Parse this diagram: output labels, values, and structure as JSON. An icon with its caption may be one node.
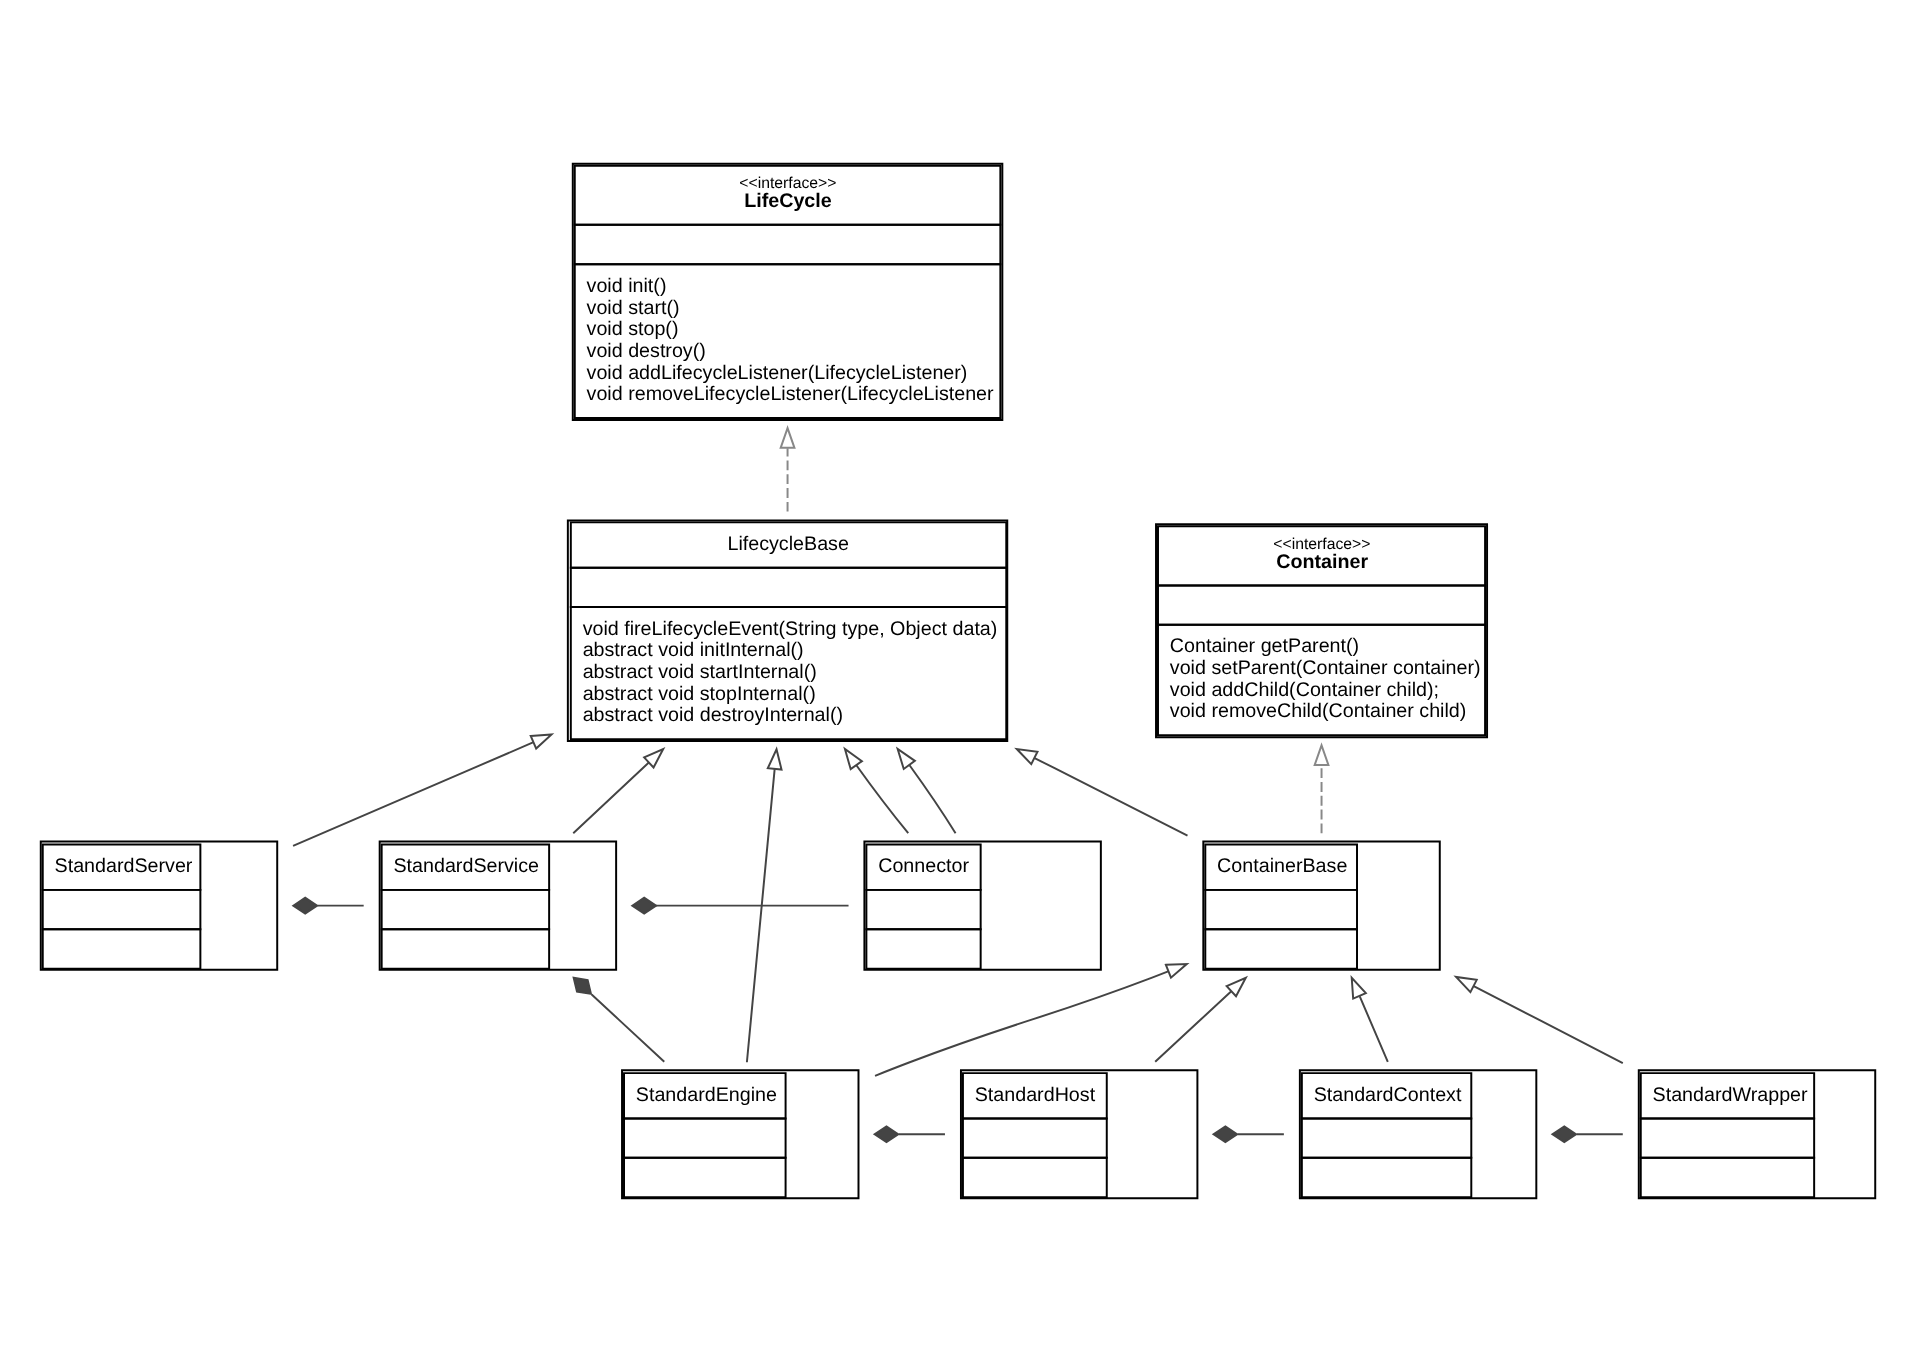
{
  "diagram": {
    "nodes": [
      {
        "text": [
          "<<interface>>",
          "LifeCycle",
          "void init()",
          "void start()",
          "void stop()",
          "void destroy()",
          "void addLifecycleListener(LifecycleListener)",
          "void removeLifecycleListener(LifecycleListener"
        ]
      },
      {
        "text": [
          "<<interface>>",
          "Container",
          "Container getParent()",
          "void setParent(Container container)",
          "void addChild(Container child);",
          "void removeChild(Container child)"
        ]
      },
      {
        "text": [
          "LifecycleBase",
          "void fireLifecycleEvent(String type, Object data)",
          "abstract void initInternal()",
          "abstract void startInternal()",
          "abstract void stopInternal()",
          "abstract void destroyInternal()"
        ]
      },
      {
        "text": [
          "StandardServer"
        ]
      },
      {
        "text": [
          "Connector"
        ]
      },
      {
        "text": [
          "ContainerBase"
        ]
      },
      {
        "text": [
          "StandardService"
        ]
      },
      {
        "text": [
          "StandardEngine"
        ]
      },
      {
        "text": [
          "StandardHost"
        ]
      },
      {
        "text": [
          "StandardContext"
        ]
      },
      {
        "text": [
          "StandardWrapper"
        ]
      }
    ],
    "edges": [
      {
        "from": 2,
        "to": 0,
        "arrow": "to",
        "style": "dashed",
        "color": "#888888"
      },
      {
        "from": 5,
        "to": 1,
        "arrow": "to",
        "style": "dashed",
        "color": "#888888"
      },
      {
        "from": 4,
        "to": 2,
        "arrow": "to"
      },
      {
        "from": 5,
        "to": 2,
        "arrow": "to"
      },
      {
        "from": 3,
        "to": 2,
        "arrow": "to"
      },
      {
        "from": 4,
        "to": 2,
        "arrow": "to"
      },
      {
        "from": 6,
        "to": 2,
        "arrow": "to"
      },
      {
        "from": 7,
        "to": 2,
        "arrow": "to"
      },
      {
        "from": 3,
        "to": 6,
        "arrow": "other"
      },
      {
        "from": 6,
        "to": 4,
        "arrow": "other"
      },
      {
        "from": 6,
        "to": 7,
        "arrow": "other"
      },
      {
        "from": 7,
        "to": 5,
        "arrow": "to"
      },
      {
        "from": 8,
        "to": 5,
        "arrow": "to"
      },
      {
        "from": 9,
        "to": 5,
        "arrow": "to"
      },
      {
        "from": 10,
        "to": 5,
        "arrow": "to"
      },
      {
        "from": 7,
        "to": 8,
        "arrow": "other"
      },
      {
        "from": 8,
        "to": 9,
        "arrow": "other"
      },
      {
        "from": 9,
        "to": 10,
        "arrow": "other"
      }
    ]
  }
}
